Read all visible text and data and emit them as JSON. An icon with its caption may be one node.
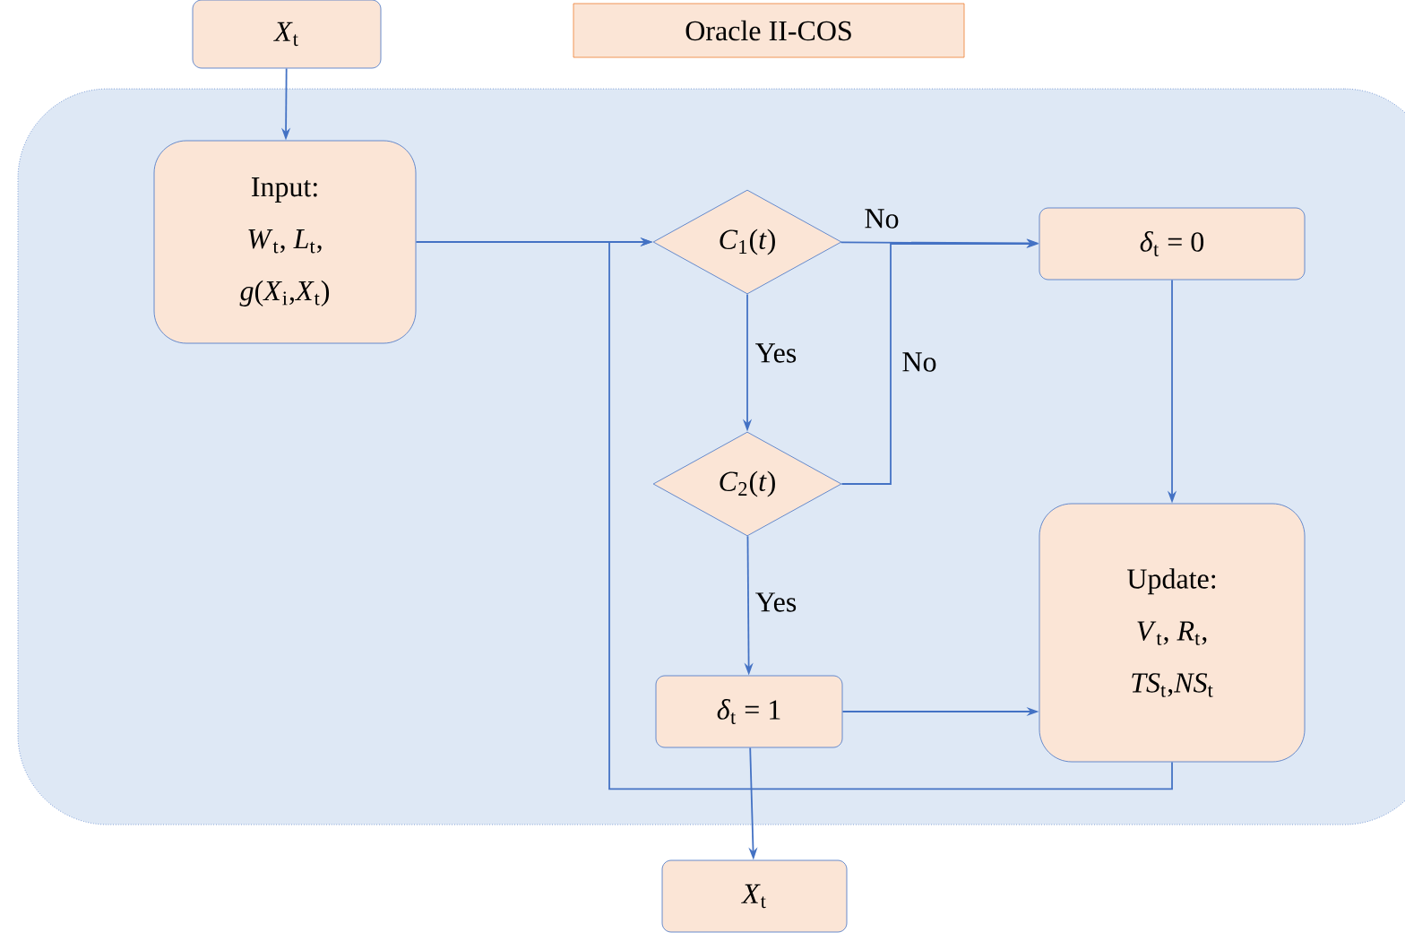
{
  "diagram": {
    "nodes": [
      {
        "text": [
          "*X*$_{t}$"
        ]
      },
      {
        "text": [
          "Oracle II-COS"
        ]
      },
      {
        "text": [],
        "shape": "box"
      },
      {
        "text": [
          "Input:",
          "*W*$_{t}$, *L*$_{t}$,",
          "*g*(*X*$_{i}$,*X*$_{t}$)"
        ],
        "in": 2
      },
      {
        "text": [
          "*C*$_{1}$(*t*)"
        ],
        "in": 2
      },
      {
        "text": [
          "*δ*$_{t}$ = 0"
        ],
        "in": 2
      },
      {
        "text": [
          "*C*$_{2}$(*t*)"
        ],
        "in": 2
      },
      {
        "text": [
          "Update:",
          "*V*$_{t}$, *R*$_{t}$,",
          "*TS*$_{t}$,*NS*$_{t}$"
        ],
        "in": 2
      },
      {
        "text": [
          "*δ*$_{t}$ = 1"
        ],
        "in": 2
      },
      {
        "text": [
          "*X*$_{t}$"
        ]
      }
    ],
    "edges": [
      {
        "from": 0,
        "to": 3,
        "arrow": "to"
      },
      {
        "from": 3,
        "to": 4,
        "arrow": "to"
      },
      {
        "from": 4,
        "to": 5,
        "arrow": "to",
        "label": "No"
      },
      {
        "from": 4,
        "to": 6,
        "arrow": "to",
        "label": "Yes"
      },
      {
        "from": 6,
        "to": 5,
        "arrow": "to",
        "label": "No"
      },
      {
        "from": 6,
        "to": 8,
        "arrow": "to",
        "label": "Yes"
      },
      {
        "from": 5,
        "to": 7,
        "arrow": "to"
      },
      {
        "from": 8,
        "to": 7,
        "arrow": "to"
      },
      {
        "from": 7,
        "to": 4,
        "arrow": "to"
      },
      {
        "from": 8,
        "to": 9,
        "arrow": "to"
      }
    ]
  }
}
